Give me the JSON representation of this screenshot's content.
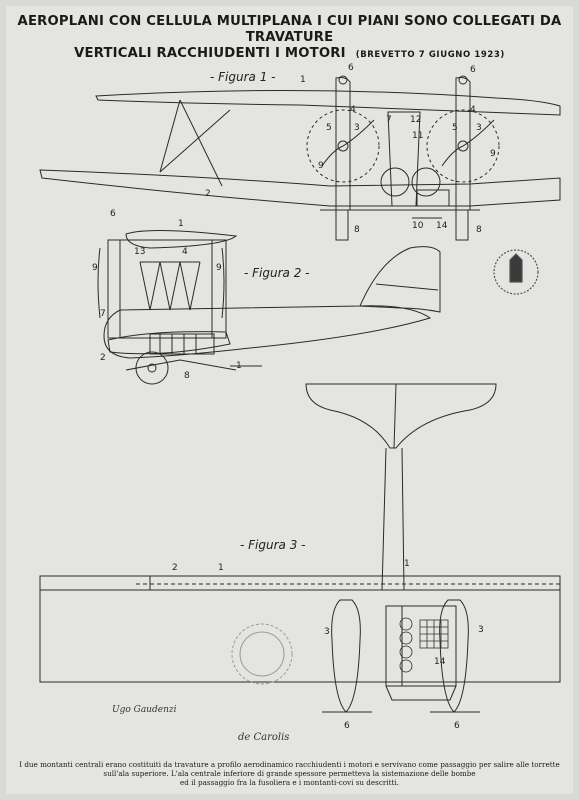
{
  "title": {
    "line1": "AEROPLANI CON CELLULA MULTIPLANA I CUI PIANI SONO COLLEGATI DA TRAVATURE",
    "line2": "VERTICALI RACCHIUDENTI I MOTORI",
    "patent": "(BREVETTO 7 GIUGNO 1923)"
  },
  "figures": {
    "fig1": "- Figura 1 -",
    "fig2": "- Figura 2 -",
    "fig3": "- Figura 3 -"
  },
  "part_numbers": {
    "n1": "1",
    "n2": "2",
    "n3": "3",
    "n4": "4",
    "n5": "5",
    "n6": "6",
    "n7": "7",
    "n8": "8",
    "n9": "9",
    "n10": "10",
    "n11": "11",
    "n12": "12",
    "n13": "13",
    "n14": "14"
  },
  "signatures": {
    "sig1": "Ugo Gaudenzi",
    "sig2": "de Carolis"
  },
  "caption": {
    "line1": "I due montanti centrali erano costituiti da travature a profilo aerodinamico racchiudenti i motori e servivano come passaggio per salire alle torrette",
    "line2": "sull'ala superiore. L'ala centrale inferiore di grande spessore permetteva la sistemazione delle bombe",
    "line3": "ed il passaggio fra la fusoliera e i montanti-covi su descritti."
  }
}
